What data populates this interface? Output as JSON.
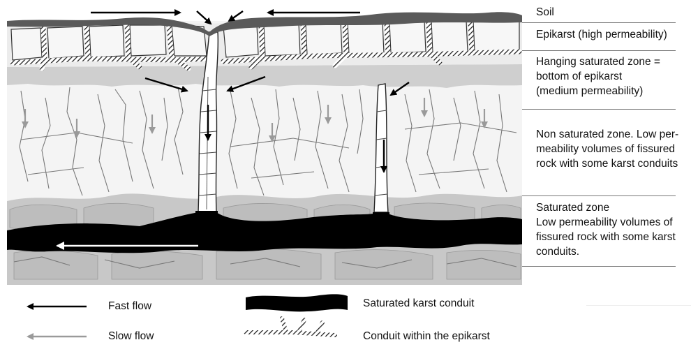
{
  "zones": {
    "soil": "Soil",
    "epikarst": "Epikarst (high permeability)",
    "hanging": [
      "Hanging saturated zone =",
      "bottom of  epikarst",
      "(medium permeability)"
    ],
    "non_saturated": [
      "Non saturated zone. Low per-",
      "meability volumes of fissured",
      "rock with some karst conduits"
    ],
    "saturated": [
      "Saturated zone",
      "Low permeability volumes of",
      "fissured rock with some karst",
      "conduits."
    ]
  },
  "legend": {
    "fast_flow": "Fast flow",
    "slow_flow": "Slow flow",
    "saturated_conduit": "Saturated karst conduit",
    "epikarst_conduit": "Conduit within the epikarst"
  },
  "colors": {
    "soil": "#5a5a5a",
    "rock_light": "#f4f4f4",
    "hanging_zone": "#cfcfcf",
    "saturated_zone": "#c8c8c8",
    "conduit": "#000000",
    "fast_arrow": "#000000",
    "slow_arrow": "#9a9a9a"
  }
}
